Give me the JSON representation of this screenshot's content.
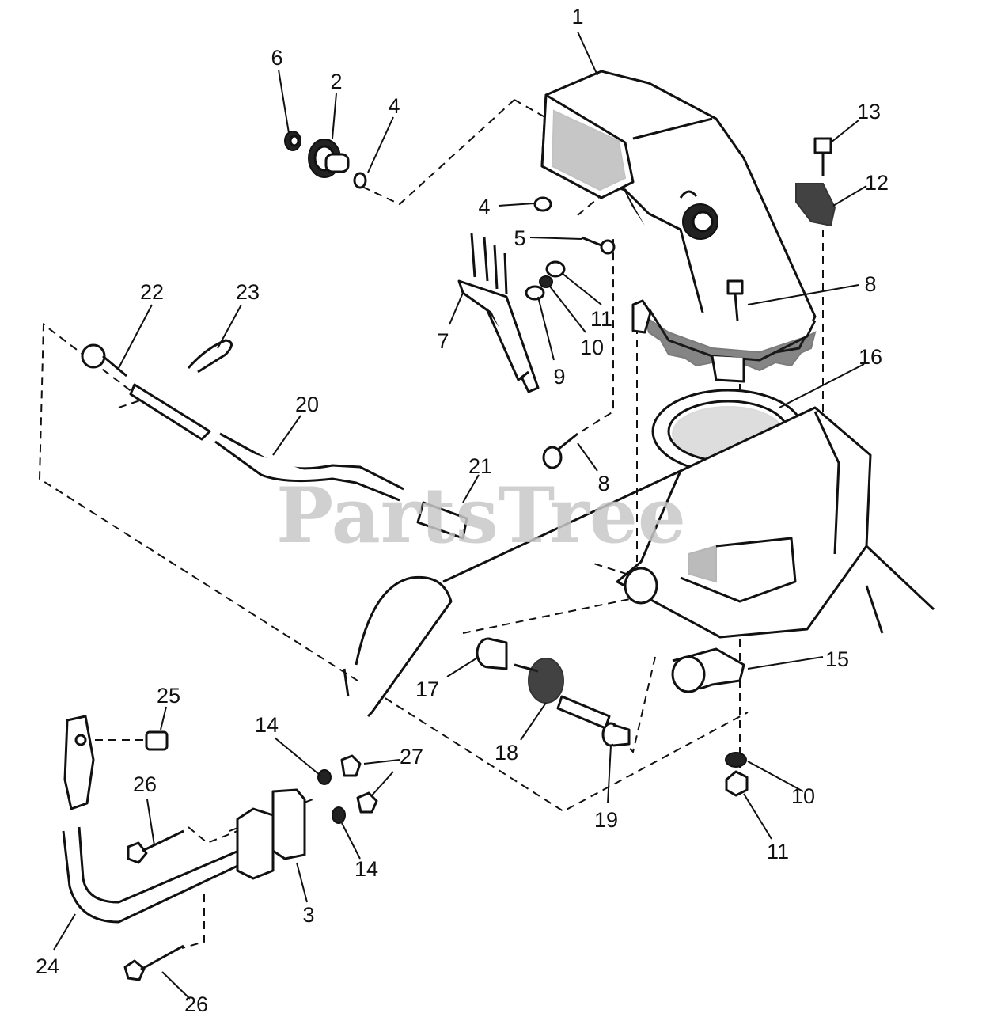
{
  "watermark": "PartsTree",
  "callouts": [
    {
      "id": "c1",
      "label": "1"
    },
    {
      "id": "c2",
      "label": "2"
    },
    {
      "id": "c3",
      "label": "3"
    },
    {
      "id": "c4a",
      "label": "4"
    },
    {
      "id": "c4b",
      "label": "4"
    },
    {
      "id": "c5",
      "label": "5"
    },
    {
      "id": "c6",
      "label": "6"
    },
    {
      "id": "c7",
      "label": "7"
    },
    {
      "id": "c8a",
      "label": "8"
    },
    {
      "id": "c8b",
      "label": "8"
    },
    {
      "id": "c9",
      "label": "9"
    },
    {
      "id": "c10a",
      "label": "10"
    },
    {
      "id": "c10b",
      "label": "10"
    },
    {
      "id": "c11a",
      "label": "11"
    },
    {
      "id": "c11b",
      "label": "11"
    },
    {
      "id": "c12",
      "label": "12"
    },
    {
      "id": "c13",
      "label": "13"
    },
    {
      "id": "c14a",
      "label": "14"
    },
    {
      "id": "c14b",
      "label": "14"
    },
    {
      "id": "c15",
      "label": "15"
    },
    {
      "id": "c16",
      "label": "16"
    },
    {
      "id": "c17",
      "label": "17"
    },
    {
      "id": "c18",
      "label": "18"
    },
    {
      "id": "c19",
      "label": "19"
    },
    {
      "id": "c20",
      "label": "20"
    },
    {
      "id": "c21",
      "label": "21"
    },
    {
      "id": "c22",
      "label": "22"
    },
    {
      "id": "c23",
      "label": "23"
    },
    {
      "id": "c24",
      "label": "24"
    },
    {
      "id": "c25",
      "label": "25"
    },
    {
      "id": "c26a",
      "label": "26"
    },
    {
      "id": "c26b",
      "label": "26"
    },
    {
      "id": "c27",
      "label": "27"
    }
  ]
}
